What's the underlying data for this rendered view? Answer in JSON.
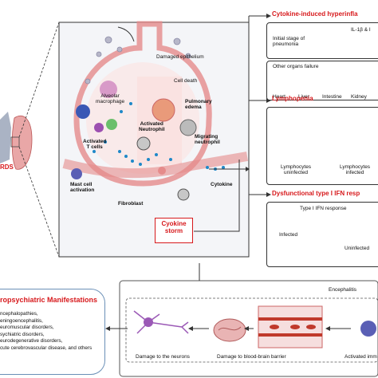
{
  "left": {
    "ards_label": "RDS"
  },
  "alveolus": {
    "damaged_epithelium": "Damaged epithelium",
    "alveolar_macrophage": "Alveolar\nmacrophage",
    "cell_death": "Cell death",
    "pulmonary_edema": "Pulmonary\nedema",
    "activated_neutrophil": "Activated\nNeutrophil",
    "migrating_neutrophil": "Migrating\nneutrophil",
    "activated_t_cells": "Activated\nT cells",
    "mast_cell_activation": "Mast cell\nactivation",
    "fibroblast": "Fibroblast",
    "cytokine": "Cytokine",
    "cytokine_storm": "Cyokine\nstorm"
  },
  "right": {
    "cytokine_title": "Cytokine-induced hyperinfla",
    "initial_stage": "Initial stage of\npneumonia",
    "il_label": "IL-1β & I",
    "other_organs": "Other organs failure",
    "organs": [
      "Heart",
      "Liver",
      "Intestine",
      "Kidney"
    ],
    "lymphopenia_title": "Lymphopenia",
    "lymph_uninfected": "Lymphocytes\nuninfected",
    "lymph_infected": "Lymphocytes\ninfected",
    "ifn_title": "Dysfunctional type I IFN resp",
    "ifn_response": "Type I IFN response",
    "infected": "Infected",
    "uninfected": "Uninfected"
  },
  "bottom": {
    "neuro_title": "ropsychiatric Manifestations",
    "neuro_list": "ncephalopathies,\neningoencephalitis,\neuromuscular disorders,\nsychiatric disorders,\neurodegenerative disorders,\ncute cerebrovascular disease, and others",
    "encephalitis": "Encephalitis",
    "damage_neurons": "Damage to the neurons",
    "damage_bbb": "Damage to blood-brain barrier",
    "activated_imm": "Activated imm"
  },
  "colors": {
    "accent_red": "#d7191c",
    "blue_dot": "#1e88c8",
    "pink_bg": "#f9d5d3"
  }
}
